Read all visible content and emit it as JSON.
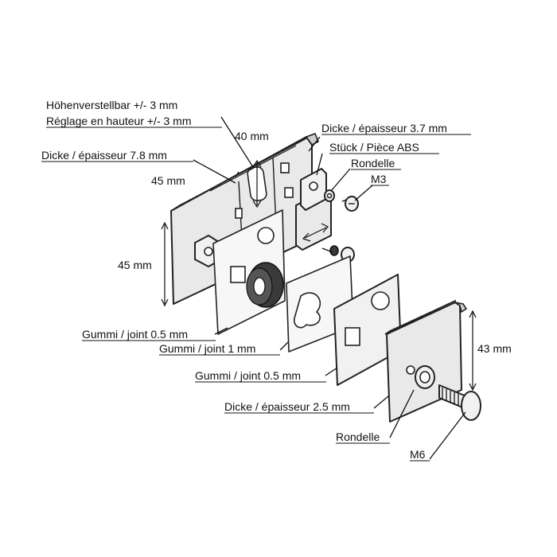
{
  "labels": {
    "height_adjust_de": "Höhenverstellbar +/- 3 mm",
    "height_adjust_fr": "Réglage en hauteur +/- 3 mm",
    "thickness_3_7": "Dicke / épaisseur 3.7 mm",
    "width_40": "40 mm",
    "thickness_7_8": "Dicke / épaisseur 7.8 mm",
    "abs_piece": "Stück / Pièce ABS",
    "washer_top": "Rondelle",
    "screw_m3": "M3",
    "width_45": "45 mm",
    "height_45": "45 mm",
    "gasket_0_5_top": "Gummi / joint 0.5 mm",
    "gasket_1": "Gummi / joint 1 mm",
    "height_43": "43 mm",
    "gasket_0_5_bottom": "Gummi / joint 0.5 mm",
    "thickness_2_5": "Dicke / épaisseur 2.5 mm",
    "washer_bottom": "Rondelle",
    "screw_m6": "M6"
  },
  "colors": {
    "line": "#222222",
    "metal": "#e9e9e9",
    "rubber": "#3a3a3a"
  }
}
